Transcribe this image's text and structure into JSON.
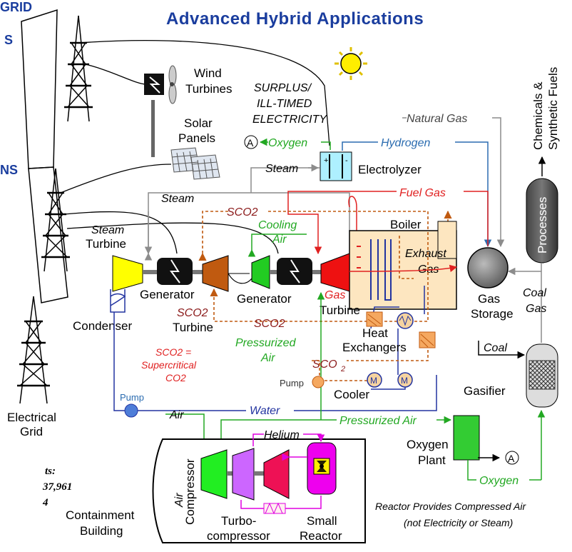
{
  "header": {
    "title": "Advanced Hybrid Applications",
    "left_clip_1": "GRID",
    "left_clip_2": "S",
    "left_clip_3": "NS"
  },
  "labels": {
    "wind_turbines": [
      "Wind",
      "Turbines"
    ],
    "solar_panels": [
      "Solar",
      "Panels"
    ],
    "surplus": [
      "SURPLUS/",
      "ILL-TIMED",
      "ELECTRICITY"
    ],
    "oxygen_top": "Oxygen",
    "hydrogen": "Hydrogen",
    "natural_gas": "Natural Gas",
    "steam_electrolyzer": "Steam",
    "electrolyzer": "Electrolyzer",
    "chemicals": [
      "Chemicals &",
      "Synthetic Fuels"
    ],
    "steam_main": "Steam",
    "fuel_gas": "Fuel Gas",
    "sco2_top": "SCO2",
    "steam_turbine": [
      "Steam",
      "Turbine"
    ],
    "cooling_air": [
      "Cooling",
      "Air"
    ],
    "boiler": "Boiler",
    "processes": "Processes",
    "exhaust_gas": [
      "Exhaust",
      "Gas"
    ],
    "generator_left": "Generator",
    "generator_right": "Generator",
    "gas_turbine": [
      "Gas",
      "Turbine"
    ],
    "gas_storage": [
      "Gas",
      "Storage"
    ],
    "coal_gas": [
      "Coal",
      "Gas"
    ],
    "sco2_turbine": [
      "SCO2",
      "Turbine"
    ],
    "sco2_mid": "SCO2",
    "condenser": "Condenser",
    "heat_exchangers": [
      "Heat",
      "Exchangers"
    ],
    "pressurized_air_mid": [
      "Pressurized",
      "Air"
    ],
    "sco2_def": [
      "SCO2 =",
      "Supercritical",
      "CO2"
    ],
    "sco2_lower": "SCO",
    "sco2_sub": "2",
    "coal": "Coal",
    "pump_lower": "Pump",
    "cooler": "Cooler",
    "gasifier": "Gasifier",
    "pump_left": "Pump",
    "water": "Water",
    "electrical_grid": [
      "Electrical",
      "Grid"
    ],
    "air": "Air",
    "pressurized_air_bottom": "Pressurized Air",
    "helium": "Helium",
    "air_compressor": [
      "Air",
      "Compressor"
    ],
    "oxygen_plant": [
      "Oxygen",
      "Plant"
    ],
    "oxygen_bottom": "Oxygen",
    "marker_a": "A",
    "patents_clip": [
      "ts:",
      "37,961",
      "4"
    ],
    "containment": [
      "Containment",
      "Building"
    ],
    "turbo": [
      "Turbo-",
      "compressor"
    ],
    "small_reactor": [
      "Small",
      "Reactor"
    ],
    "reactor_note": [
      "Reactor Provides Compressed Air",
      "(not Electricity or Steam)"
    ]
  },
  "colors": {
    "title_blue": "#1a3d9e",
    "steam_gray": "#8c8c8c",
    "hydrogen_blue": "#2b6cb0",
    "fuel_red": "#e02020",
    "sco2_brown": "#c05a10",
    "air_green": "#22a822",
    "water_blue": "#2233a0",
    "helium_magenta": "#e000e0",
    "sco2_text": "#8b1a1a"
  }
}
